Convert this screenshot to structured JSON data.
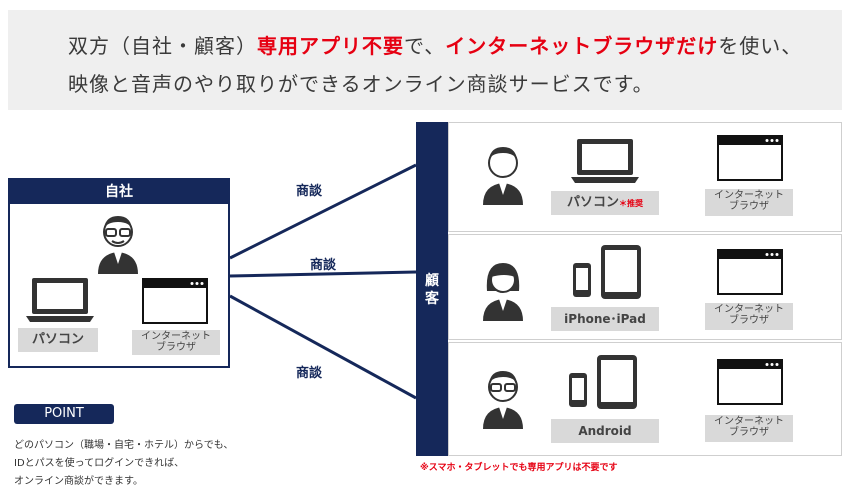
{
  "header": {
    "line1_a": "双方（自社・顧客）",
    "line1_red1": "専用アプリ不要",
    "line1_b": "で、",
    "line1_red2": "インターネットブラウザだけ",
    "line1_c": "を使い、",
    "line2": "映像と音声のやり取りができるオンライン商談サービスです。"
  },
  "self_side": {
    "title": "自社",
    "device_label": "パソコン",
    "browser_label_1": "インターネット",
    "browser_label_2": "ブラウザ"
  },
  "connections": [
    "商談",
    "商談",
    "商談"
  ],
  "customer_side": {
    "title_1": "顧",
    "title_2": "客",
    "rows": [
      {
        "device": "パソコン",
        "note": "＊推奨",
        "browser_1": "インターネット",
        "browser_2": "ブラウザ"
      },
      {
        "device": "iPhone･iPad",
        "browser_1": "インターネット",
        "browser_2": "ブラウザ"
      },
      {
        "device": "Android",
        "browser_1": "インターネット",
        "browser_2": "ブラウザ"
      }
    ]
  },
  "point": {
    "badge": "POINT",
    "line1": "どのパソコン（職場・自宅・ホテル）からでも、",
    "line2": "IDとパスを使ってログインできれば、",
    "line3": "オンライン商談ができます。"
  },
  "footnote": "※スマホ・タブレットでも専用アプリは不要です",
  "colors": {
    "navy": "#15285a",
    "red": "#e60012",
    "gray": "#d9d9d9"
  }
}
